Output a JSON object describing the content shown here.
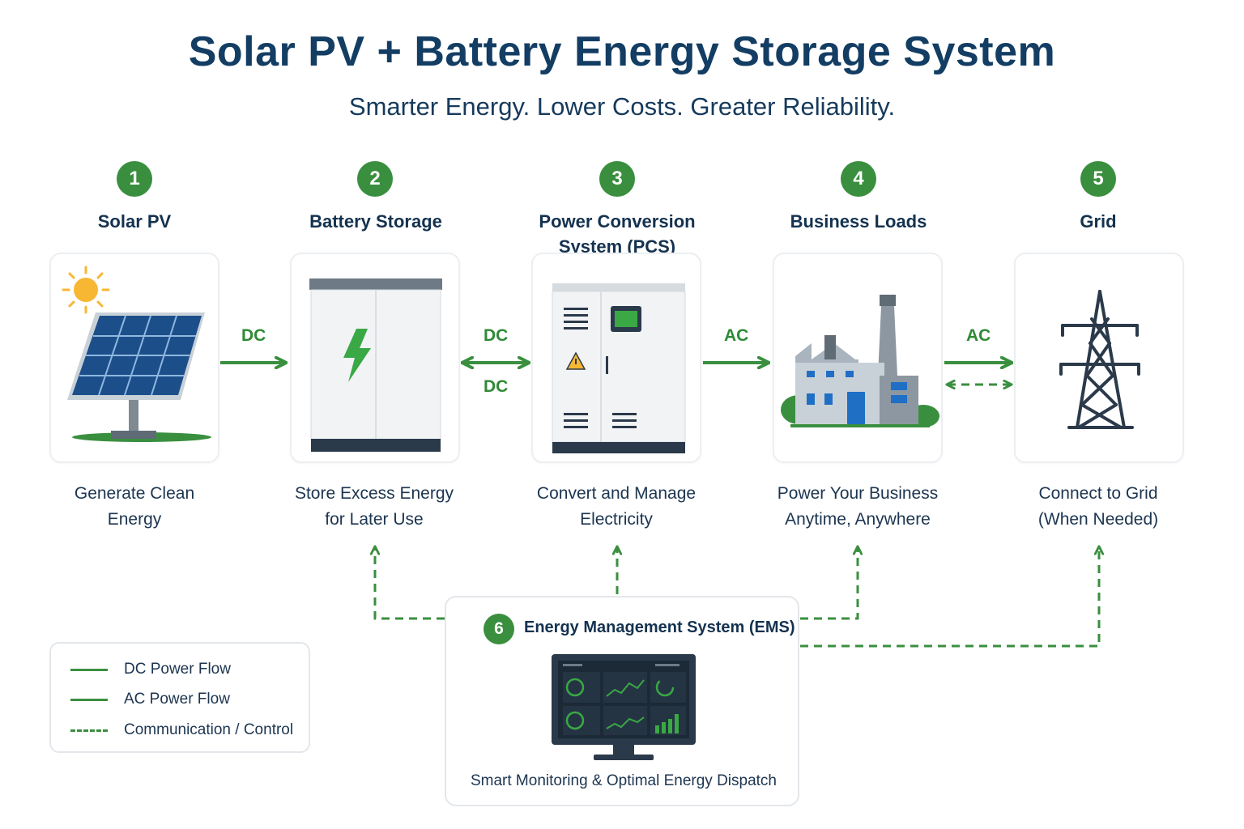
{
  "title": "Solar PV + Battery Energy Storage System",
  "subtitle": "Smarter Energy. Lower Costs. Greater Reliability.",
  "steps": [
    {
      "number": "1",
      "title": "Solar PV",
      "description_line1": "Generate Clean",
      "description_line2": "Energy"
    },
    {
      "number": "2",
      "title": "Battery Storage",
      "description_line1": "Store Excess Energy",
      "description_line2": "for Later Use"
    },
    {
      "number": "3",
      "title_line1": "Power Conversion",
      "title_line2": "System (PCS)",
      "description_line1": "Convert and Manage",
      "description_line2": "Electricity"
    },
    {
      "number": "4",
      "title": "Business Loads",
      "description_line1": "Power Your Business",
      "description_line2": "Anytime, Anywhere"
    },
    {
      "number": "5",
      "title": "Grid",
      "description_line1": "Connect to Grid",
      "description_line2": "(When Needed)"
    }
  ],
  "flows": {
    "pv_to_battery": "DC",
    "battery_pcs_top": "DC",
    "battery_pcs_bottom": "DC",
    "pcs_to_loads": "AC",
    "loads_grid": "AC"
  },
  "ems": {
    "number": "6",
    "title": "Energy Management System (EMS)",
    "description": "Smart Monitoring & Optimal Energy Dispatch"
  },
  "legend": {
    "dc": "DC Power Flow",
    "ac": "AC Power Flow",
    "comm": "Communication / Control"
  },
  "colors": {
    "accent_green": "#3a8f3f",
    "title_navy": "#133d63"
  }
}
